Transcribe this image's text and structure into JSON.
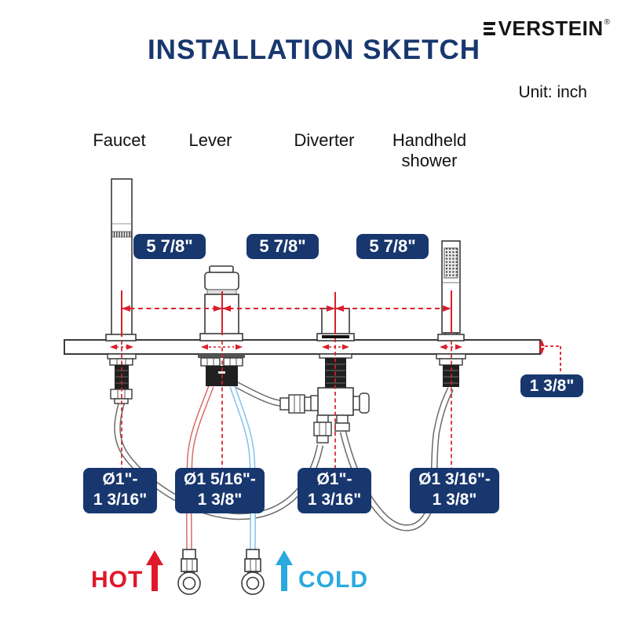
{
  "header": {
    "brand_full": "EVERSTEIN",
    "brand_word": "VERSTEIN",
    "registered": "®",
    "title": "INSTALLATION SKETCH",
    "unit": "Unit: inch"
  },
  "labels": {
    "faucet": "Faucet",
    "lever": "Lever",
    "diverter": "Diverter",
    "handheld_line1": "Handheld",
    "handheld_line2": "shower"
  },
  "dimensions": {
    "spacing_badges": [
      "5 7/8\"",
      "5 7/8\"",
      "5 7/8\""
    ],
    "deck_thickness": "1 3/8\"",
    "hole_badges": [
      {
        "line1": "Ø1\"-",
        "line2": "1 3/16\""
      },
      {
        "line1": "Ø1 5/16\"-",
        "line2": "1 3/8\""
      },
      {
        "line1": "Ø1\"-",
        "line2": "1 3/16\""
      },
      {
        "line1": "Ø1 3/16\"-",
        "line2": "1 3/8\""
      }
    ]
  },
  "water": {
    "hot": "HOT",
    "cold": "COLD"
  },
  "colors": {
    "navy": "#18376e",
    "dimension_red": "#d91f2a",
    "hot_red": "#e0182b",
    "cold_blue": "#2aa9e0",
    "hose_red_tint": "#d96b6b",
    "hose_blue_tint": "#7fc4e8"
  }
}
